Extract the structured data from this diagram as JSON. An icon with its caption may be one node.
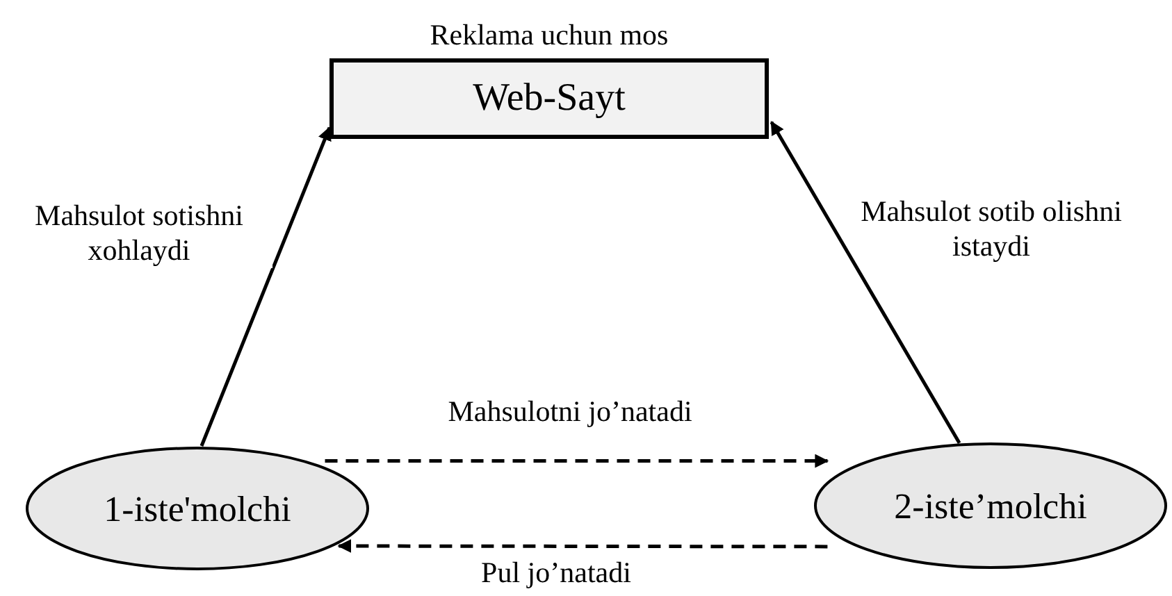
{
  "diagram": {
    "nodes": [
      {
        "text": [
          "Reklama uchun mos",
          "Web-Sayt"
        ]
      },
      {
        "text": [
          "1-iste'molchi"
        ]
      },
      {
        "text": [
          "2-iste’molchi"
        ]
      }
    ],
    "edges": [
      {
        "from": 1,
        "to": 0,
        "arrow": "to",
        "label": "Mahsulot sotishni xohlaydi"
      },
      {
        "from": 2,
        "to": 0,
        "arrow": "to",
        "label": "Mahsulot sotib olishni istaydi"
      },
      {
        "from": 1,
        "to": 2,
        "arrow": "to",
        "style": "dashed",
        "label": "Mahsulotni jo’natadi"
      },
      {
        "from": 2,
        "to": 1,
        "arrow": "to",
        "style": "dashed",
        "label": "Pul jo’natadi"
      }
    ]
  }
}
